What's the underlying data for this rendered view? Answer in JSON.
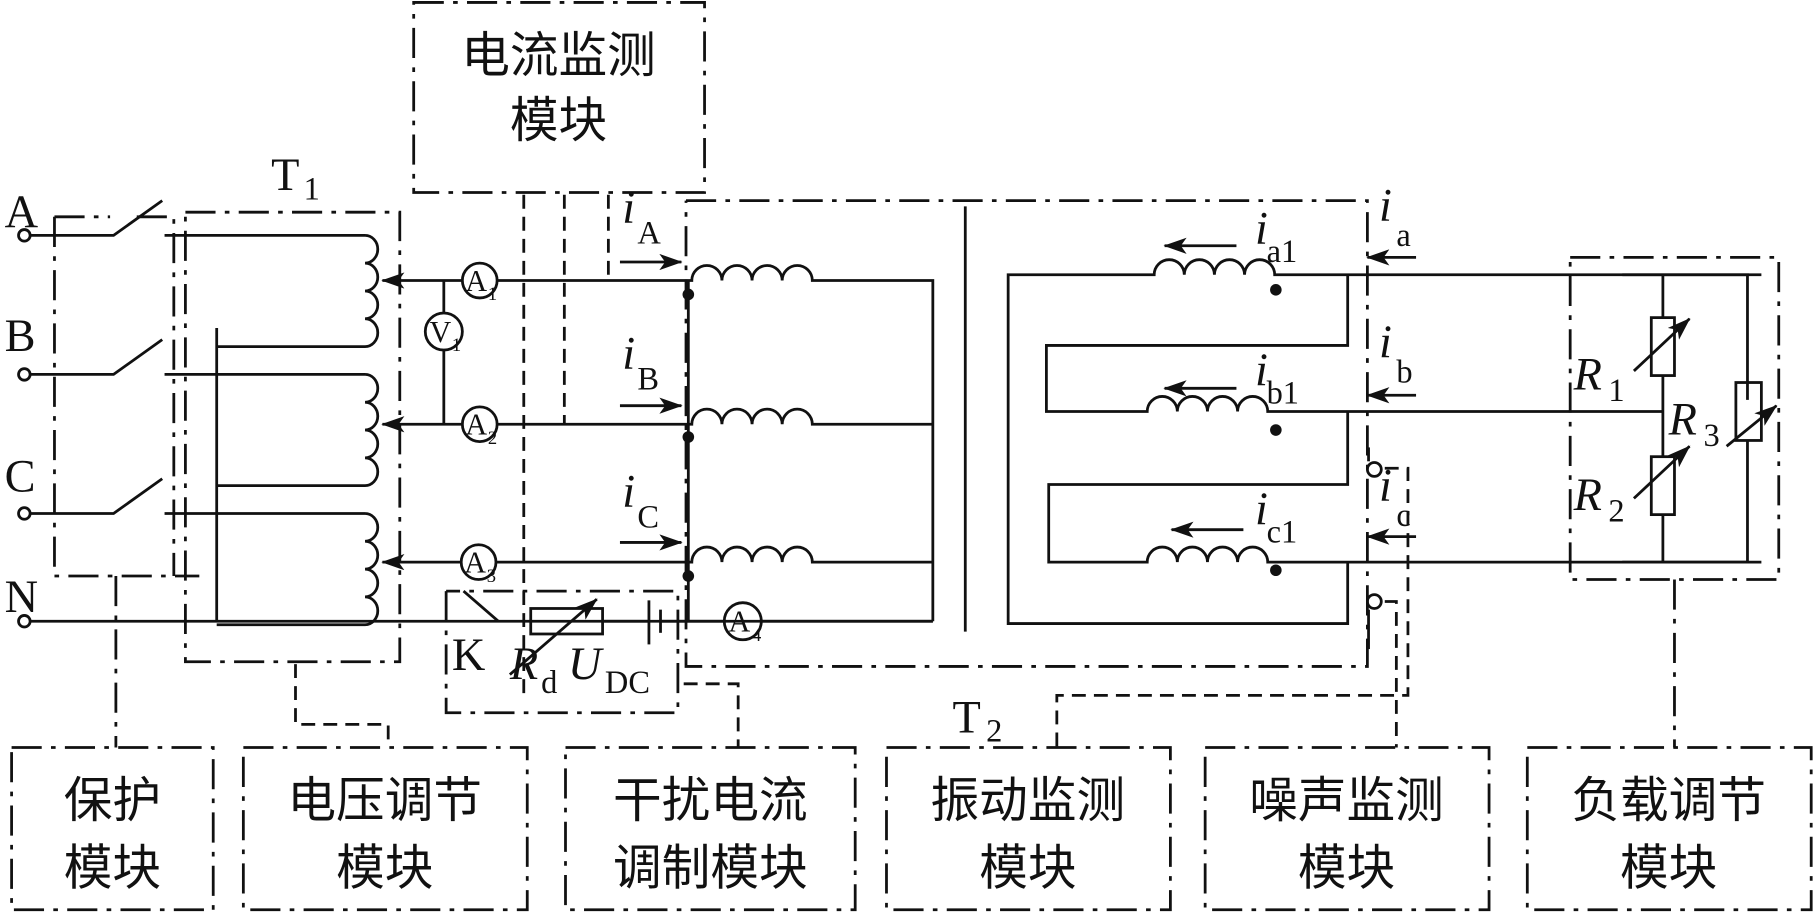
{
  "figure": {
    "type": "circuit-diagram",
    "phase_terminals": [
      "A",
      "B",
      "C",
      "N"
    ],
    "transformers": {
      "t1": {
        "label": "T",
        "sub": "1"
      },
      "t2": {
        "label": "T",
        "sub": "2"
      }
    },
    "meters": {
      "a1": {
        "label": "A",
        "sub": "1"
      },
      "a2": {
        "label": "A",
        "sub": "2"
      },
      "a3": {
        "label": "A",
        "sub": "3"
      },
      "a4": {
        "label": "A",
        "sub": "4"
      },
      "v1": {
        "label": "V",
        "sub": "1"
      }
    },
    "primary_currents": {
      "a": {
        "sym": "i",
        "sub": "A"
      },
      "b": {
        "sym": "i",
        "sub": "B"
      },
      "c": {
        "sym": "i",
        "sub": "C"
      }
    },
    "secondary_currents": {
      "a1": {
        "sym": "i",
        "sub": "a1"
      },
      "b1": {
        "sym": "i",
        "sub": "b1"
      },
      "c1": {
        "sym": "i",
        "sub": "c1"
      },
      "a": {
        "sym": "i",
        "sub": "a"
      },
      "b": {
        "sym": "i",
        "sub": "b"
      },
      "c": {
        "sym": "i",
        "sub": "c"
      }
    },
    "dc_injection": {
      "switch": "K",
      "resistor": {
        "sym": "R",
        "sub": "d"
      },
      "source": {
        "sym": "U",
        "sub": "DC"
      }
    },
    "load_resistors": {
      "r1": {
        "sym": "R",
        "sub": "1"
      },
      "r2": {
        "sym": "R",
        "sub": "2"
      },
      "r3": {
        "sym": "R",
        "sub": "3"
      }
    },
    "modules": {
      "current_monitor": {
        "line1": "电流监测",
        "line2": "模块"
      },
      "protection": {
        "line1": "保护",
        "line2": "模块"
      },
      "voltage_regulation": {
        "line1": "电压调节",
        "line2": "模块"
      },
      "interference_modulation": {
        "line1": "干扰电流",
        "line2": "调制模块"
      },
      "vibration_monitor": {
        "line1": "振动监测",
        "line2": "模块"
      },
      "noise_monitor": {
        "line1": "噪声监测",
        "line2": "模块"
      },
      "load_regulation": {
        "line1": "负载调节",
        "line2": "模块"
      }
    }
  }
}
